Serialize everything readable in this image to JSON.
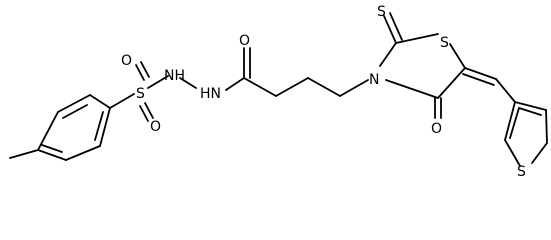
{
  "molecule": {
    "atom_labels": {
      "sulfonyl_s": "S",
      "sulfonyl_o_top": "O",
      "sulfonyl_o_bottom": "O",
      "hydrazide_nh_upper": "NH",
      "hydrazide_nh_lower": "HN",
      "amide_o": "O",
      "thiazolidine_n": "N",
      "thiazolidine_s": "S",
      "thioxo_s": "S",
      "oxo_o": "O",
      "thiophene_s": "S"
    }
  }
}
